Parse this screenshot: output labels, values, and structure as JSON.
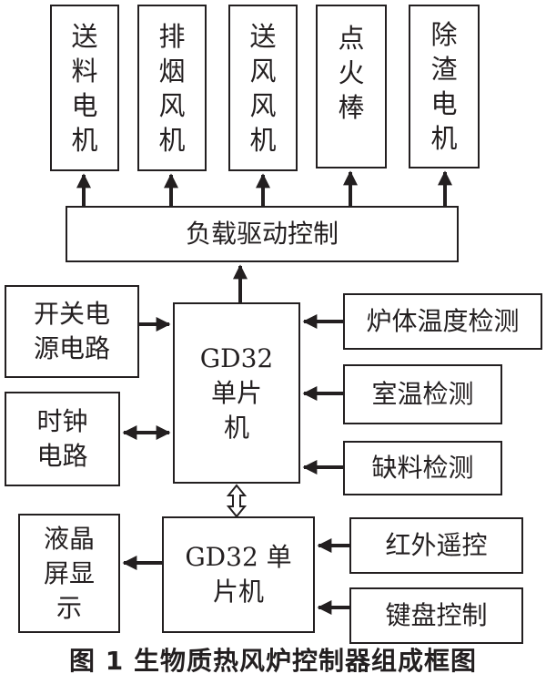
{
  "outputs": [
    {
      "key": "feed_motor",
      "lines": [
        "送",
        "料",
        "电",
        "机"
      ]
    },
    {
      "key": "exhaust_fan",
      "lines": [
        "排",
        "烟",
        "风",
        "机"
      ]
    },
    {
      "key": "blower",
      "lines": [
        "送",
        "风",
        "风",
        "机"
      ]
    },
    {
      "key": "igniter",
      "lines": [
        "点",
        "火",
        "棒"
      ]
    },
    {
      "key": "ash_motor",
      "lines": [
        "除",
        "渣",
        "电",
        "机"
      ]
    }
  ],
  "load_driver": "负载驱动控制",
  "power_supply": [
    "开关电",
    "源电路"
  ],
  "clock": [
    "时钟",
    "电路"
  ],
  "mcu_main": [
    "GD32",
    "单片",
    "机"
  ],
  "sensors": [
    "炉体温度检测",
    "室温检测",
    "缺料检测"
  ],
  "mcu_aux": [
    "GD32 单",
    "片机"
  ],
  "lcd": [
    "液晶",
    "屏显",
    "示"
  ],
  "inputs": [
    "红外遥控",
    "键盘控制"
  ],
  "caption": "图 1 生物质热风炉控制器组成框图"
}
